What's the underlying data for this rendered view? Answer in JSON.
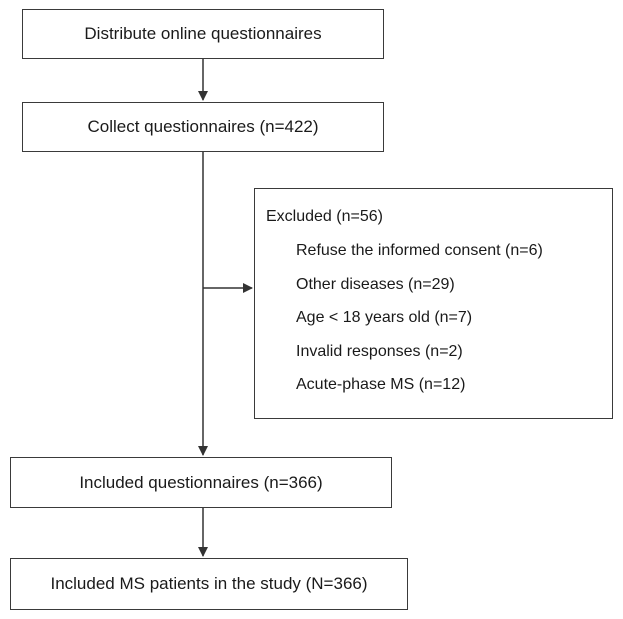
{
  "flowchart": {
    "distribute": "Distribute online questionnaires",
    "collect": "Collect questionnaires (n=422)",
    "excluded": {
      "title": "Excluded (n=56)",
      "items": [
        "Refuse the informed consent  (n=6)",
        "Other diseases  (n=29)",
        "Age < 18 years old  (n=7)",
        "Invalid responses  (n=2)",
        "Acute-phase MS  (n=12)"
      ]
    },
    "included_questionnaires": "Included questionnaires (n=366)",
    "included_patients": "Included MS patients in the study (N=366)"
  },
  "colors": {
    "border": "#3a3a3a",
    "arrow": "#333333",
    "text": "#1a1a1a",
    "background": "#ffffff"
  }
}
